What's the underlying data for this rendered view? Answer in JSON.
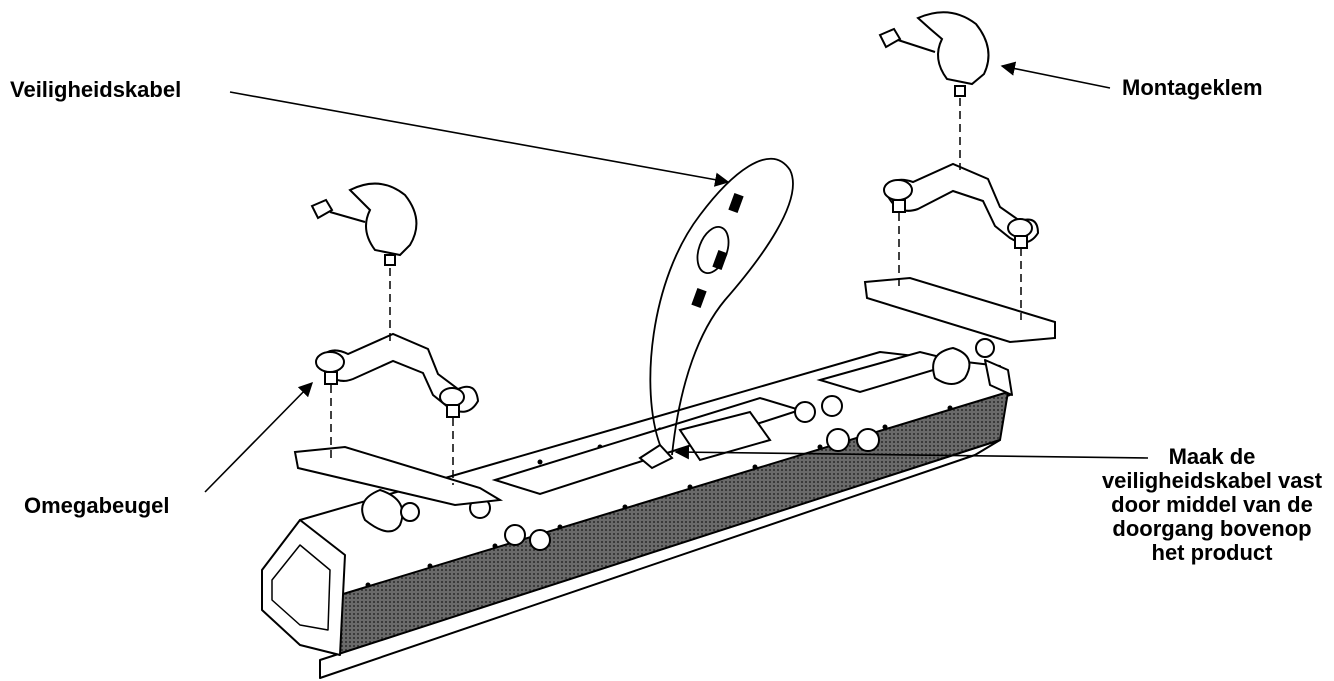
{
  "labels": {
    "safety_cable": "Veiligheidskabel",
    "mounting_clamp": "Montageklem",
    "omega_bracket": "Omegabeugel",
    "attach_note": [
      "Maak de",
      "veiligheidskabel vast",
      "door middel van de",
      "doorgang bovenop",
      "het product"
    ]
  },
  "colors": {
    "line": "#000000",
    "fixture_face": "#4a4a4a",
    "background": "#ffffff"
  }
}
